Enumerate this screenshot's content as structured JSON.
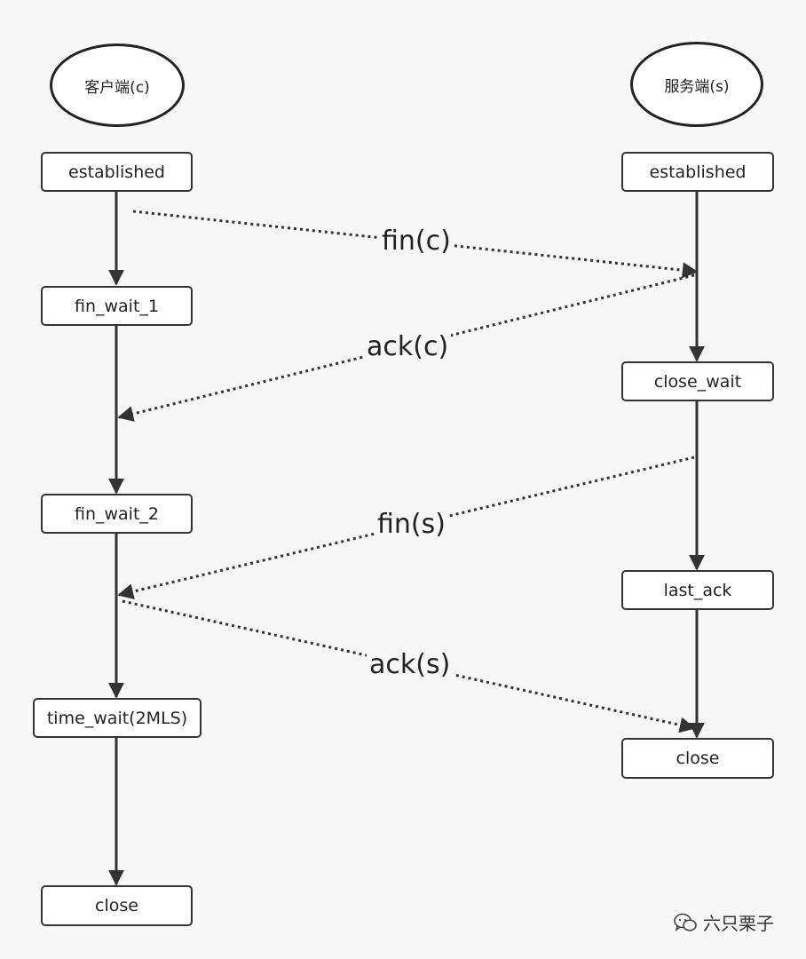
{
  "client": {
    "title": "客户端(c)",
    "states": [
      "established",
      "fin_wait_1",
      "fin_wait_2",
      "time_wait(2MLS)",
      "close"
    ]
  },
  "server": {
    "title": "服务端(s)",
    "states": [
      "established",
      "close_wait",
      "last_ack",
      "close"
    ]
  },
  "messages": [
    "fin(c)",
    "ack(c)",
    "fin(s)",
    "ack(s)"
  ],
  "watermark": {
    "text": "六只栗子",
    "icon": "wechat-icon"
  },
  "colors": {
    "background": "#f7f7f7",
    "line": "#333333",
    "box_fill": "#ffffff"
  }
}
